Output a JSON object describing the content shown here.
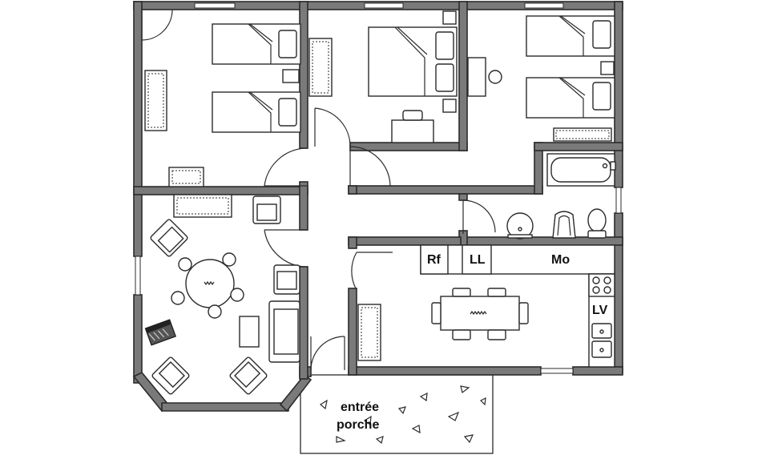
{
  "labels": {
    "fridge": "Rf",
    "washer": "LL",
    "microwave": "Mo",
    "dishwasher": "LV",
    "entrance_line1": "entrée",
    "entrance_line2": "porche"
  },
  "colors": {
    "wall_fill": "#7a7a7a",
    "outline": "#2b2b2b",
    "background": "#ffffff"
  }
}
